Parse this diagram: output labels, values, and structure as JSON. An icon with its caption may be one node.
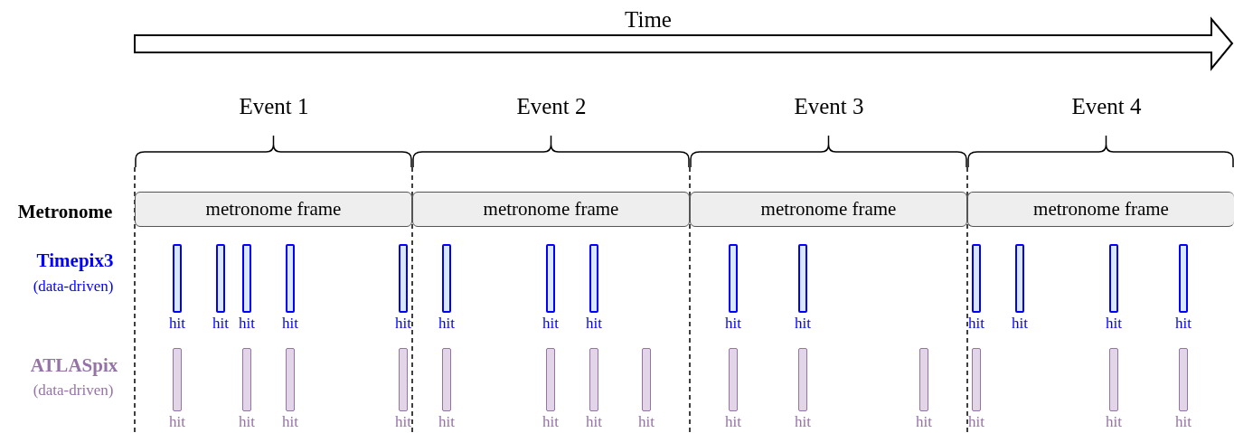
{
  "diagram": {
    "nodes": [
      {
        "text": [
          "metronome frame"
        ]
      },
      {
        "text": [
          "metronome frame"
        ]
      },
      {
        "text": [
          "metronome frame"
        ]
      },
      {
        "text": [
          "metronome frame"
        ]
      },
      {
        "text": [
          "hit"
        ]
      },
      {
        "text": [
          "hit"
        ]
      },
      {
        "text": [
          "hit"
        ]
      },
      {
        "text": [
          "hit"
        ]
      },
      {
        "text": [
          "hit"
        ]
      },
      {
        "text": [
          "hit"
        ]
      },
      {
        "text": [
          "hit"
        ]
      },
      {
        "text": [
          "hit"
        ]
      },
      {
        "text": [
          "hit"
        ]
      },
      {
        "text": [
          "hit"
        ]
      },
      {
        "text": [
          "hit"
        ]
      },
      {
        "text": [
          "hit"
        ]
      },
      {
        "text": [
          "hit"
        ]
      },
      {
        "text": [
          "hit"
        ]
      },
      {
        "text": [
          "hit"
        ]
      },
      {
        "text": [
          "hit"
        ]
      },
      {
        "text": [
          "hit"
        ]
      },
      {
        "text": [
          "hit"
        ]
      },
      {
        "text": [
          "hit"
        ]
      },
      {
        "text": [
          "hit"
        ]
      },
      {
        "text": [
          "hit"
        ]
      },
      {
        "text": [
          "hit"
        ]
      },
      {
        "text": [
          "hit"
        ]
      },
      {
        "text": [
          "hit"
        ]
      },
      {
        "text": [
          "hit"
        ]
      },
      {
        "text": [
          "hit"
        ]
      },
      {
        "text": [
          "hit"
        ]
      },
      {
        "text": [
          "hit"
        ]
      }
    ],
    "labels": [
      "Time",
      "Event 1",
      "Event 2",
      "Event 3",
      "Event 4",
      "Metronome",
      "Timepix3",
      "(data-driven)",
      "ATLASpix",
      "(data-driven)"
    ]
  }
}
